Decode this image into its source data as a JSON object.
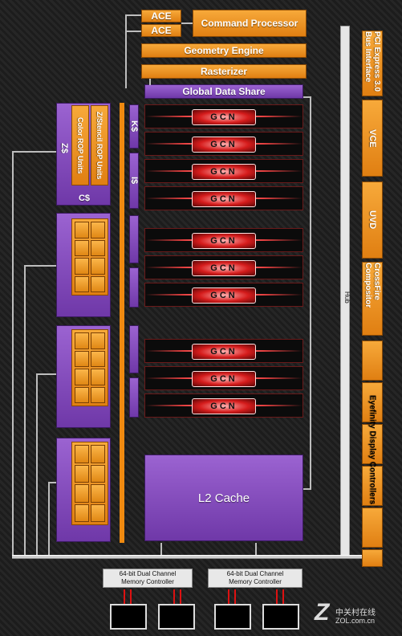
{
  "top": {
    "ace1": "ACE",
    "ace2": "ACE",
    "command_processor": "Command Processor",
    "geometry_engine": "Geometry Engine",
    "rasterizer": "Rasterizer",
    "global_data_share": "Global Data Share"
  },
  "gcn_label": "GCN",
  "left": {
    "z_stencil_rop": "Z/Stencil ROP Units",
    "color_rop": "Color ROP Units",
    "z_dollar": "Z$",
    "c_dollar": "C$",
    "k_dollar": "K$",
    "i_dollar": "I$"
  },
  "l2": "L2 Cache",
  "right": {
    "pcie": "PCI Express 3.0 Bus Interface",
    "vce": "VCE",
    "uvd": "UVD",
    "crossfire": "CrossFire Compositor",
    "eyefinity": "Eyefinity Display Controllers",
    "hub": "Hub"
  },
  "memory": {
    "ctrl1_line1": "64-bit Dual Channel",
    "ctrl1_line2": "Memory Controller",
    "ctrl2_line1": "64-bit Dual Channel",
    "ctrl2_line2": "Memory Controller"
  },
  "watermark": {
    "letter": "Z",
    "cn": "中关村在线",
    "url": "ZOL.com.cn"
  }
}
